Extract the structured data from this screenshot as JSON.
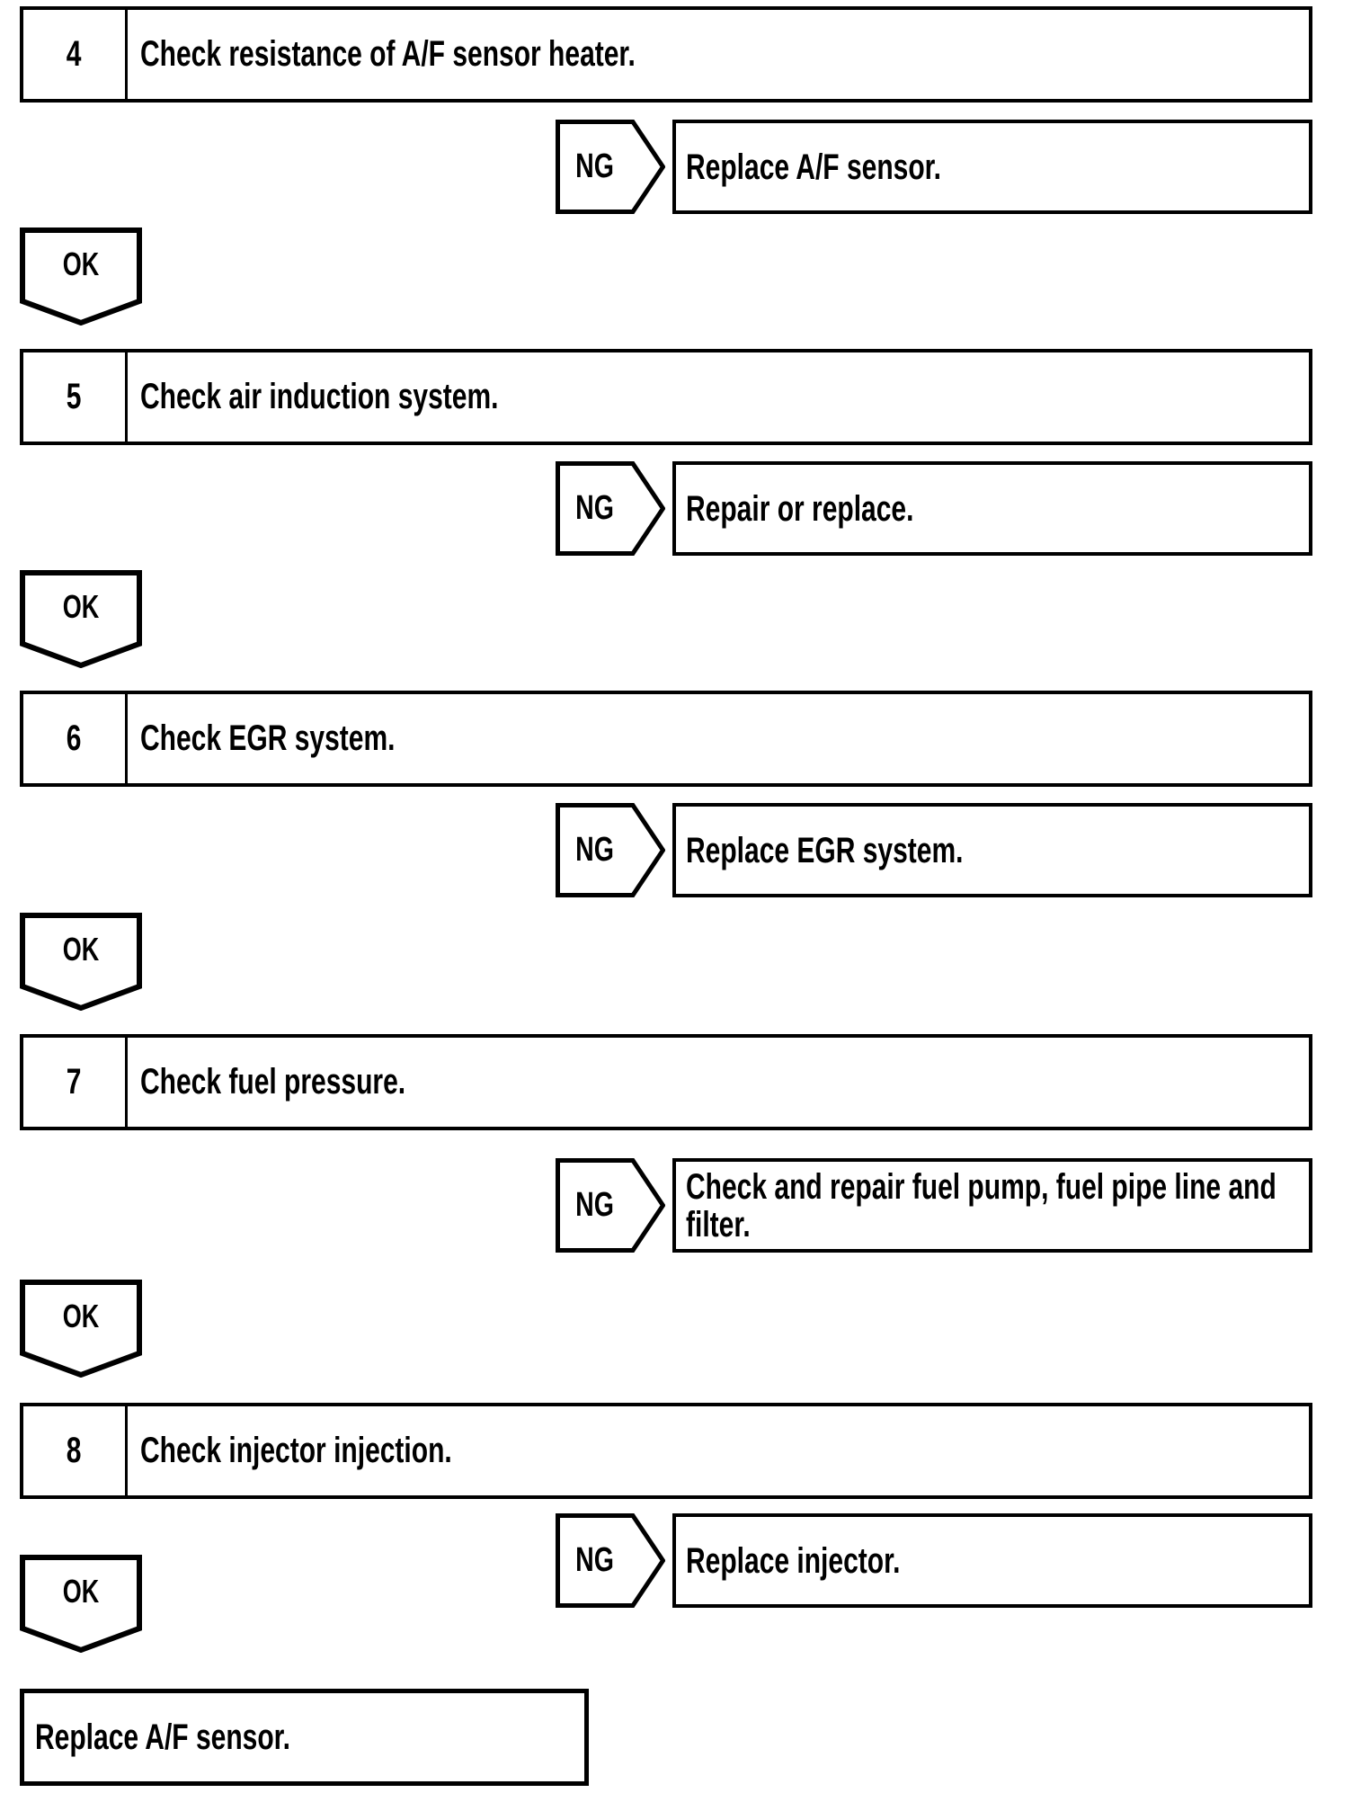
{
  "page": {
    "background_color": "#ffffff",
    "ink_color": "#000000"
  },
  "flowchart": {
    "steps": [
      {
        "number": "4",
        "instruction": "Check resistance of A/F sensor heater.",
        "ng_label": "NG",
        "ng_result_lines": [
          "Replace A/F sensor."
        ],
        "ok_label": "OK"
      },
      {
        "number": "5",
        "instruction": "Check air induction system.",
        "ng_label": "NG",
        "ng_result_lines": [
          "Repair or replace."
        ],
        "ok_label": "OK"
      },
      {
        "number": "6",
        "instruction": "Check EGR system.",
        "ng_label": "NG",
        "ng_result_lines": [
          "Replace EGR system."
        ],
        "ok_label": "OK"
      },
      {
        "number": "7",
        "instruction": "Check fuel pressure.",
        "ng_label": "NG",
        "ng_result_lines": [
          "Check and repair fuel pump, fuel pipe line and",
          "filter."
        ],
        "ok_label": "OK"
      },
      {
        "number": "8",
        "instruction": "Check injector injection.",
        "ng_label": "NG",
        "ng_result_lines": [
          "Replace injector."
        ],
        "ok_label": "OK"
      }
    ],
    "final_action": "Replace A/F sensor."
  }
}
